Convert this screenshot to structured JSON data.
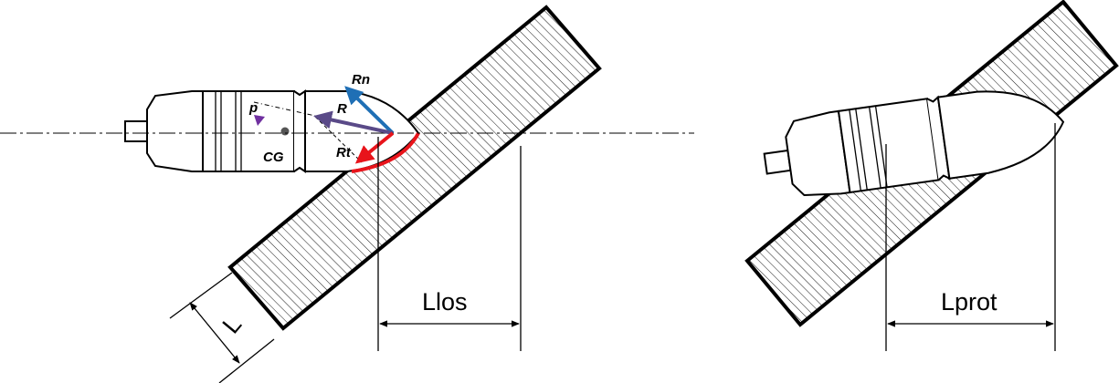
{
  "left_view": {
    "labels": {
      "rn": "Rn",
      "r": "R",
      "rt": "Rt",
      "p": "p",
      "cg": "CG",
      "l": "L",
      "llos": "Llos"
    }
  },
  "right_view": {
    "labels": {
      "lprot": "Lprot"
    }
  },
  "colors": {
    "rn_arrow": "#1f6fb5",
    "r_arrow": "#5a4a88",
    "rt_arrow": "#e8141b",
    "p_marker": "#7030a0",
    "hatch": "#000000"
  }
}
